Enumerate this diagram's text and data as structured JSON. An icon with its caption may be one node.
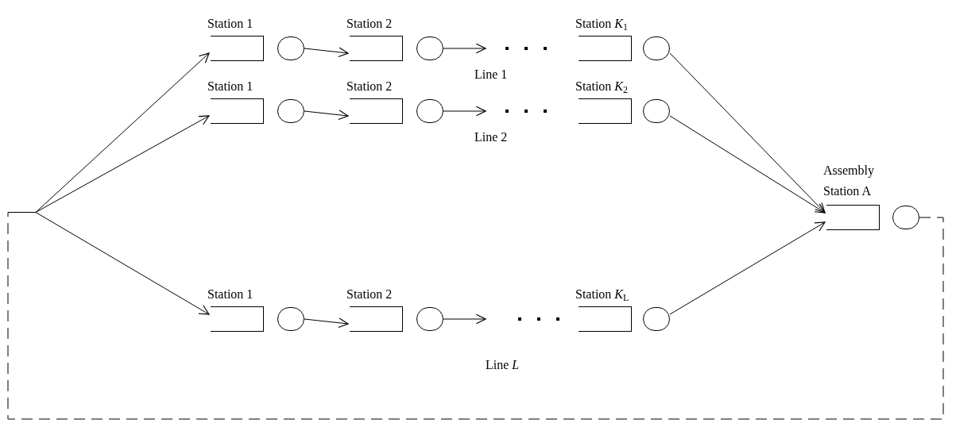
{
  "diagram": {
    "nodes": [
      {
        "text": [],
        "shape": "bar"
      },
      {
        "text": [
          "Station 1"
        ]
      },
      {
        "text": [],
        "shape": "circle"
      },
      {
        "text": [
          "Station 2"
        ]
      },
      {
        "text": [],
        "shape": "circle"
      },
      {
        "text": [
          "Station *K*$_{1}$"
        ]
      },
      {
        "text": [],
        "shape": "circle"
      },
      {
        "text": [
          "Station 1"
        ]
      },
      {
        "text": [],
        "shape": "circle"
      },
      {
        "text": [
          "Station 2"
        ]
      },
      {
        "text": [],
        "shape": "circle"
      },
      {
        "text": [
          "Station *K*$_{2}$"
        ]
      },
      {
        "text": [],
        "shape": "circle"
      },
      {
        "text": [
          "Assembly Station A"
        ]
      },
      {
        "text": [],
        "shape": "circle"
      },
      {
        "text": [
          "Station 1"
        ]
      },
      {
        "text": [],
        "shape": "circle"
      },
      {
        "text": [
          "Station 2"
        ]
      },
      {
        "text": [],
        "shape": "circle"
      },
      {
        "text": [
          "Station *K*$_{L}$"
        ]
      },
      {
        "text": [],
        "shape": "circle"
      }
    ],
    "edges": [
      {
        "from": 0,
        "to": 1,
        "arrow": "to"
      },
      {
        "from": 0,
        "to": 7,
        "arrow": "to"
      },
      {
        "from": 0,
        "to": 15,
        "arrow": "to"
      },
      {
        "from": 2,
        "to": 3,
        "arrow": "to"
      },
      {
        "from": 4,
        "to": null,
        "arrow": "to"
      },
      {
        "from": 8,
        "to": 9,
        "arrow": "to"
      },
      {
        "from": 10,
        "to": null,
        "arrow": "to"
      },
      {
        "from": 16,
        "to": 17,
        "arrow": "to"
      },
      {
        "from": 18,
        "to": null,
        "arrow": "to"
      },
      {
        "from": 6,
        "to": 13,
        "arrow": "to"
      },
      {
        "from": 12,
        "to": 13,
        "arrow": "to"
      },
      {
        "from": 20,
        "to": 13,
        "arrow": "to"
      },
      {
        "from": 14,
        "to": 0,
        "arrow": "none",
        "style": "dashed"
      }
    ],
    "labels": [
      "Line 1",
      "Line 2",
      "Line *L*"
    ]
  }
}
